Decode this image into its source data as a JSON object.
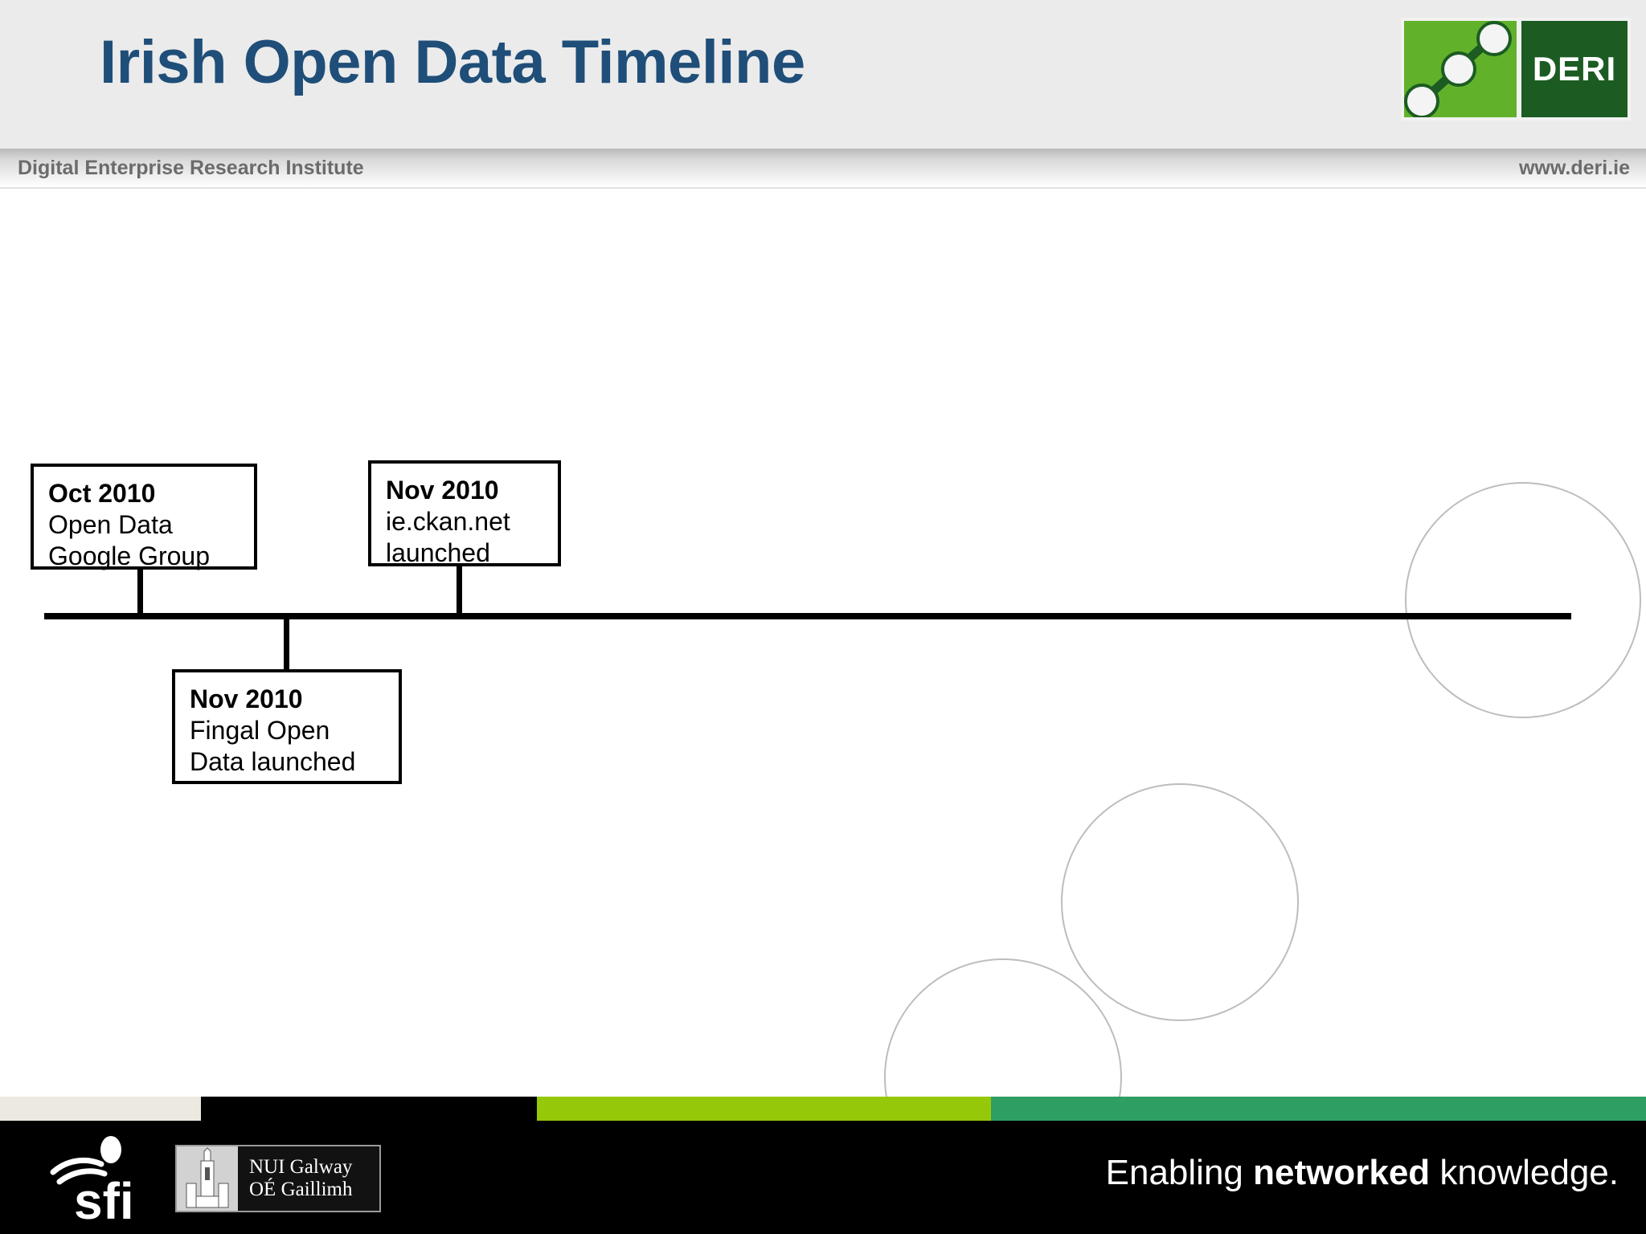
{
  "slide": {
    "title": "Irish Open Data Timeline",
    "title_color": "#1f4e79",
    "background": "#ffffff"
  },
  "header": {
    "background": "#ebebeb",
    "logo": {
      "name": "DERI",
      "word": "DERI",
      "left_panel_color": "#62b12b",
      "right_panel_color": "#1c5c23"
    }
  },
  "subbar": {
    "left_text": "Digital Enterprise Research Institute",
    "right_text": "www.deri.ie",
    "text_color": "#6b6b6b"
  },
  "timeline": {
    "axis_color": "#000000",
    "events": [
      {
        "date": "Oct 2010",
        "line1": "Open Data",
        "line2": "Google Group",
        "position": "above"
      },
      {
        "date": "Nov 2010",
        "line1": "ie.ckan.net",
        "line2": "launched",
        "position": "above"
      },
      {
        "date": "Nov 2010",
        "line1": "Fingal Open",
        "line2": "Data launched",
        "position": "below"
      }
    ]
  },
  "decor": {
    "circle_color": "#bdbdbd"
  },
  "footer": {
    "background": "#000000",
    "stripes": [
      {
        "color": "#eceae0"
      },
      {
        "color": "#000000"
      },
      {
        "color": "#96c80a"
      },
      {
        "color": "#2f9e63"
      }
    ],
    "sfi_label": "sfi",
    "nui": {
      "line1": "NUI Galway",
      "line2": "OÉ Gaillimh"
    },
    "tagline_pre": "Enabling ",
    "tagline_strong": "networked",
    "tagline_post": " knowledge."
  }
}
